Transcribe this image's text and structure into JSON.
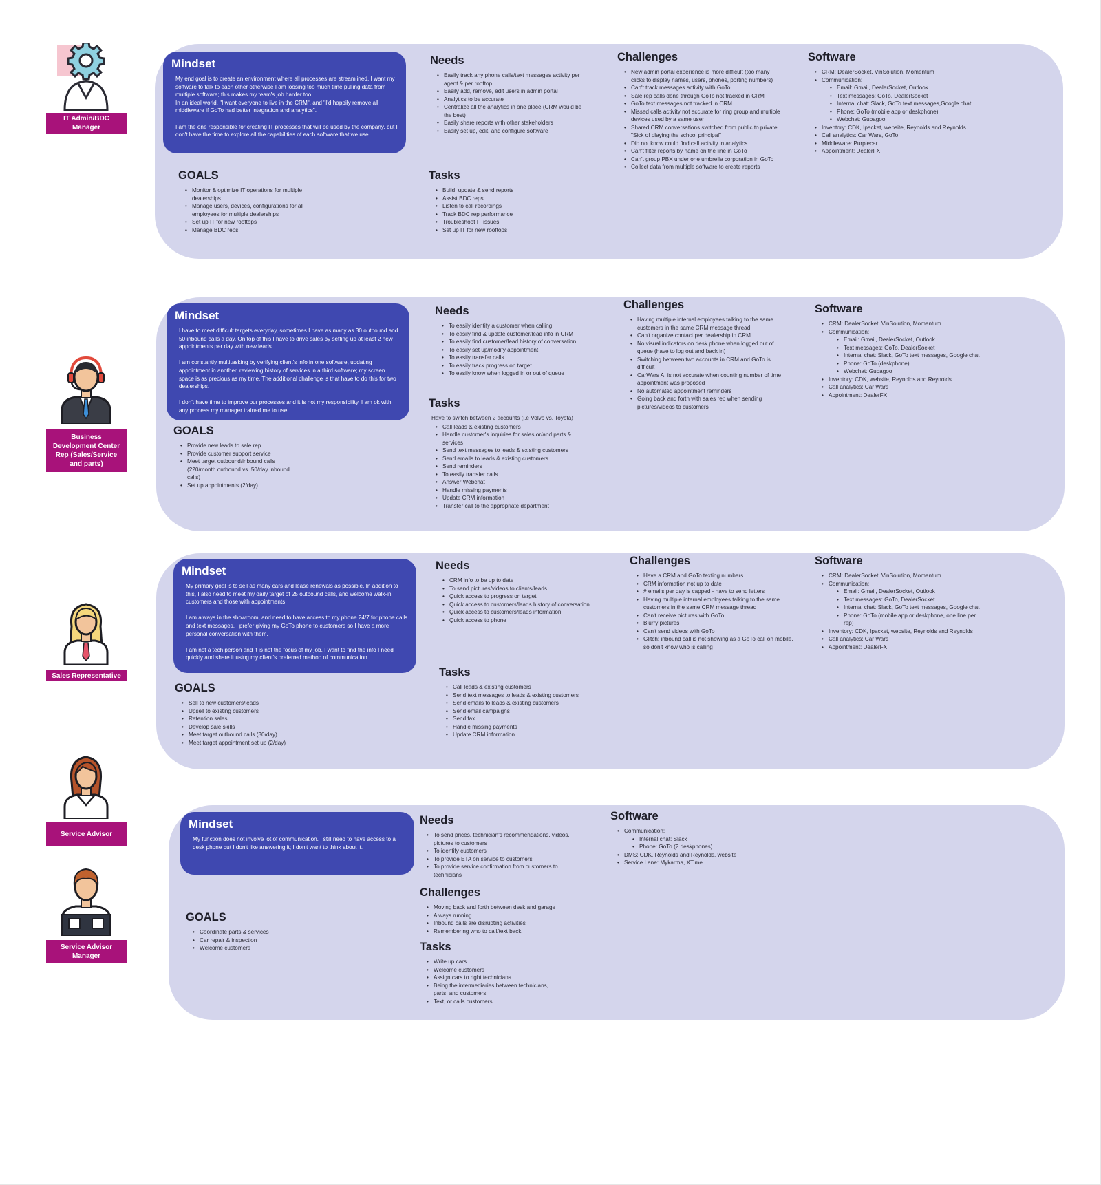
{
  "colors": {
    "panel": "#d4d5ec",
    "mindset": "#3f48b0",
    "role_label": "#a8127a"
  },
  "personas": [
    {
      "role": "IT Admin/BDC Manager",
      "icon": "it-admin-gear-icon",
      "mindset_title": "Mindset",
      "mindset": "My end goal is to create an environment where all processes are streamlined. I want my software to talk to each other otherwise I am loosing too much time pulling data from multiple software; this makes my team's job harder too.\nIn an ideal world, \"I want everyone to live in the CRM\", and \"I'd happily remove all middleware if GoTo had better integration and analytics\".\n\nI am the one responsible for creating IT processes that will be used by the company, but I don't have the time to explore all the capabilities of each software that we use.",
      "goals_title": "GOALS",
      "goals": [
        "Monitor & optimize IT operations for multiple dealerships",
        "Manage users, devices, configurations for all employees for multiple dealerships",
        "Set up IT for new rooftops",
        "Manage BDC reps"
      ],
      "needs_title": "Needs",
      "needs": [
        "Easily track any phone calls/text messages activity per agent & per rooftop",
        "Easily add, remove, edit users in admin portal",
        "Analytics to be accurate",
        "Centralize all the analytics in one place (CRM would be the best)",
        "Easily share reports with other stakeholders",
        "Easily set up, edit,  and configure software"
      ],
      "tasks_title": "Tasks",
      "tasks": [
        "Build, update & send reports",
        "Assist BDC reps",
        "Listen to call recordings",
        "Track BDC rep performance",
        "Troubleshoot IT issues",
        "Set up IT for new rooftops"
      ],
      "challenges_title": "Challenges",
      "challenges": [
        "New admin portal experience is more difficult (too many clicks to display names, users, phones, porting numbers)",
        "Can't track messages activity with GoTo",
        "Sale rep calls done through GoTo not tracked in CRM",
        "GoTo text messages not tracked in CRM",
        "Missed calls activity not accurate for ring group and multiple devices used by a same user",
        "Shared CRM conversations switched from public to private \"Sick of playing the school principal\"",
        "Did not know could find call activity in analytics",
        "Can't filter reports by name on the line in GoTo",
        "Can't group PBX under one umbrella corporation in GoTo",
        "Collect data from multiple software to create reports"
      ],
      "software_title": "Software",
      "software": [
        {
          "text": "CRM: DealerSocket, VinSolution, Momentum"
        },
        {
          "text": "Communication:",
          "sub": [
            "Email: Gmail, DealerSocket, Outlook",
            "Text messages: GoTo, DealerSocket",
            "Internal chat: Slack, GoTo text messages,Google chat",
            "Phone: GoTo (mobile app or deskphone)",
            "Webchat: Gubagoo"
          ]
        },
        {
          "text": "Inventory: CDK, Ipacket, website, Reynolds and Reynolds"
        },
        {
          "text": "Call analytics: Car Wars, GoTo"
        },
        {
          "text": "Middleware: Purplecar"
        },
        {
          "text": "Appointment: DealerFX"
        }
      ]
    },
    {
      "role": "Business Development Center Rep (Sales/Service and parts)",
      "icon": "bdc-rep-headset-icon",
      "mindset_title": "Mindset",
      "mindset": "I have to meet difficult targets everyday, sometimes I have as many as 30 outbound and 50 inbound calls a day. On top of this I have to drive sales by setting up at least 2 new appointments per day with new leads.\n\nI am constantly multitasking by verifying client's info in one software, updating appointment in another, reviewing history of services in a third software; my screen space is as precious as my time. The additional challenge is that have to do this for two dealerships.\n\nI don't have time to improve our processes and it is not my responsibility. I am ok with any process my manager trained me to use.",
      "goals_title": "GOALS",
      "goals": [
        "Provide new leads to sale rep",
        "Provide customer support service",
        "Meet target outbound/inbound calls (220/month outbound vs. 50/day inbound calls)",
        "Set up appointments (2/day)"
      ],
      "needs_title": "Needs",
      "needs": [
        "To easily identify a customer when calling",
        "To easily find & update customer/lead info in CRM",
        "To easily find customer/lead history of conversation",
        "To easily set up/modify appointment",
        "To easily transfer calls",
        "To easily track progress on target",
        "To easily know when logged in or out of queue"
      ],
      "tasks_title": "Tasks",
      "tasks_intro": "Have to switch between 2 accounts (i.e Volvo vs. Toyota)",
      "tasks": [
        "Call leads & existing customers",
        "Handle customer's inquiries for sales or/and parts & services",
        "Send text messages to leads & existing customers",
        "Send emails to leads & existing customers",
        "Send reminders",
        "To easily transfer calls",
        "Answer Webchat",
        "Handle missing payments",
        "Update CRM information",
        "Transfer call to the appropriate department"
      ],
      "challenges_title": "Challenges",
      "challenges": [
        "Having multiple internal employees talking to the same customers in the same CRM message thread",
        "Can't organize contact per dealership in CRM",
        "No visual indicators on desk phone when logged out of queue (have to log out and back in)",
        "Switching between two accounts in CRM and GoTo is difficult",
        "CarWars AI is not accurate when counting number of time appointment was proposed",
        "No automated appointment reminders",
        "Going back and forth with sales rep when sending pictures/videos to customers"
      ],
      "software_title": "Software",
      "software": [
        {
          "text": "CRM: DealerSocket, VinSolution, Momentum"
        },
        {
          "text": "Communication:",
          "sub": [
            "Email: Gmail, DealerSocket, Outlook",
            "Text messages: GoTo, DealerSocket",
            "Internal chat: Slack, GoTo text messages, Google chat",
            "Phone: GoTo  (deskphone)",
            "Webchat: Gubagoo"
          ]
        },
        {
          "text": "Inventory: CDK, website, Reynolds and Reynolds"
        },
        {
          "text": "Call analytics: Car Wars"
        },
        {
          "text": "Appointment: DealerFX"
        }
      ]
    },
    {
      "role": "Sales Representative",
      "icon": "sales-rep-woman-icon",
      "mindset_title": "Mindset",
      "mindset": "My primary goal is to sell as many cars and lease renewals as possible. In addition to this, I also need to  meet my daily target of 25 outbound calls, and welcome walk-in customers and those with appointments.\n\nI am always in the showroom, and need to have access to my phone 24/7 for phone calls and text messages. I prefer giving my GoTo phone to customers so I have a more personal conversation with them.\n\nI am not a tech person and it is not the focus of my job, I want to find the info I need quickly and share it using my client's preferred method of communication.",
      "goals_title": "GOALS",
      "goals": [
        "Sell to new customers/leads",
        "Upsell to existing customers",
        "Retention sales",
        "Develop sale skills",
        "Meet target outbound calls (30/day)",
        "Meet target appointment set up (2/day)"
      ],
      "needs_title": "Needs",
      "needs": [
        "CRM info to be up to date",
        "To send pictures/videos to clients/leads",
        "Quick access to progress on target",
        "Quick access to customers/leads history of conversation",
        "Quick access to customers/leads information",
        "Quick access to phone"
      ],
      "tasks_title": "Tasks",
      "tasks": [
        "Call leads & existing customers",
        "Send text messages to leads & existing customers",
        "Send emails to leads & existing customers",
        "Send email campaigns",
        "Send fax",
        "Handle missing payments",
        "Update CRM information"
      ],
      "challenges_title": "Challenges",
      "challenges": [
        "Have a CRM and GoTo texting numbers",
        "CRM information not up to date",
        "# emails per day is capped - have to send letters",
        "Having multiple internal employees talking to the same customers in the same CRM message thread",
        "Can't receive pictures with GoTo",
        "Blurry pictures",
        "Can't send videos with GoTo",
        "Glitch: inbound call is not showing as a GoTo call on mobile, so don't know who is calling"
      ],
      "software_title": "Software",
      "software": [
        {
          "text": "CRM: DealerSocket, VinSolution, Momentum"
        },
        {
          "text": "Communication:",
          "sub": [
            "Email: Gmail, DealerSocket, Outlook",
            "Text messages: GoTo, DealerSocket",
            "Internal chat: Slack, GoTo text messages, Google chat",
            "Phone: GoTo (mobile app or deskphone, one line per rep)"
          ]
        },
        {
          "text": "Inventory: CDK, Ipacket, website, Reynolds and Reynolds"
        },
        {
          "text": "Call analytics: Car Wars"
        },
        {
          "text": "Appointment: DealerFX"
        }
      ]
    },
    {
      "role_advisor": "Service Advisor",
      "icon_advisor": "service-advisor-woman-icon",
      "role_manager": "Service Advisor Manager",
      "icon_manager": "service-manager-icon",
      "mindset_title": "Mindset",
      "mindset": "My function does not involve lot of communication. I still need to have access to a desk phone but I don't like answering it; I don't want to think about it.",
      "goals_title": "GOALS",
      "goals": [
        "Coordinate parts & services",
        "Car repair & inspection",
        "Welcome customers"
      ],
      "needs_title": "Needs",
      "needs": [
        "To send prices, technician's recommendations, videos, pictures to customers",
        "To identify customers",
        "To provide ETA on service to customers",
        "To provide service confirmation from customers to technicians"
      ],
      "challenges_title": "Challenges",
      "challenges": [
        "Moving back and forth between desk and garage",
        "Always running",
        "Inbound calls are disrupting activities",
        "Remembering who to call/text back"
      ],
      "tasks_title": "Tasks",
      "tasks": [
        "Write up cars",
        "Welcome customers",
        "Assign cars to right technicians",
        "Being the intermediaries between technicians, parts, and customers",
        "Text, or calls customers"
      ],
      "software_title": "Software",
      "software": [
        {
          "text": "Communication:",
          "sub": [
            "Internal chat: Slack",
            "Phone: GoTo (2 deskphones)"
          ]
        },
        {
          "text": "DMS: CDK, Reynolds and Reynolds, website"
        },
        {
          "text": "Service Lane: Mykarma, XTime"
        }
      ]
    }
  ]
}
